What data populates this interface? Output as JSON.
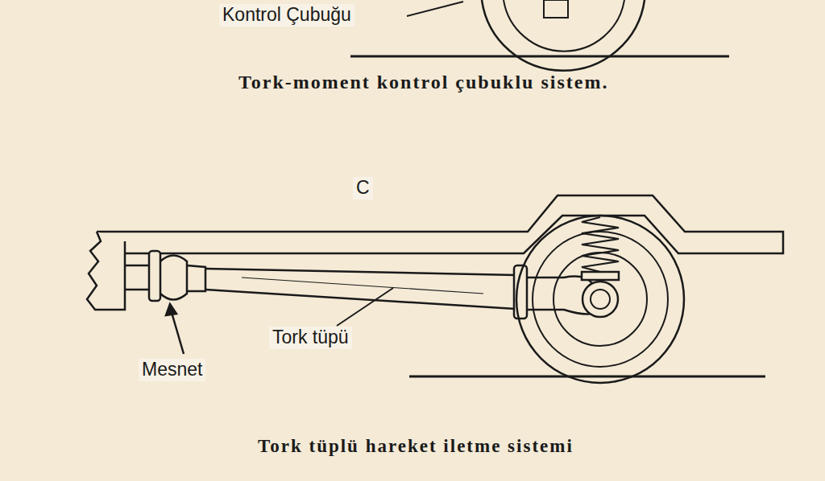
{
  "diagram": {
    "caption": "Tork tüplü hareket iletme sistemi",
    "labels": [
      "Kontrol Çubuğu",
      "Tork-moment kontrol çubuklu sistem.",
      "C",
      "Tork tüpü",
      "Mesnet"
    ]
  }
}
